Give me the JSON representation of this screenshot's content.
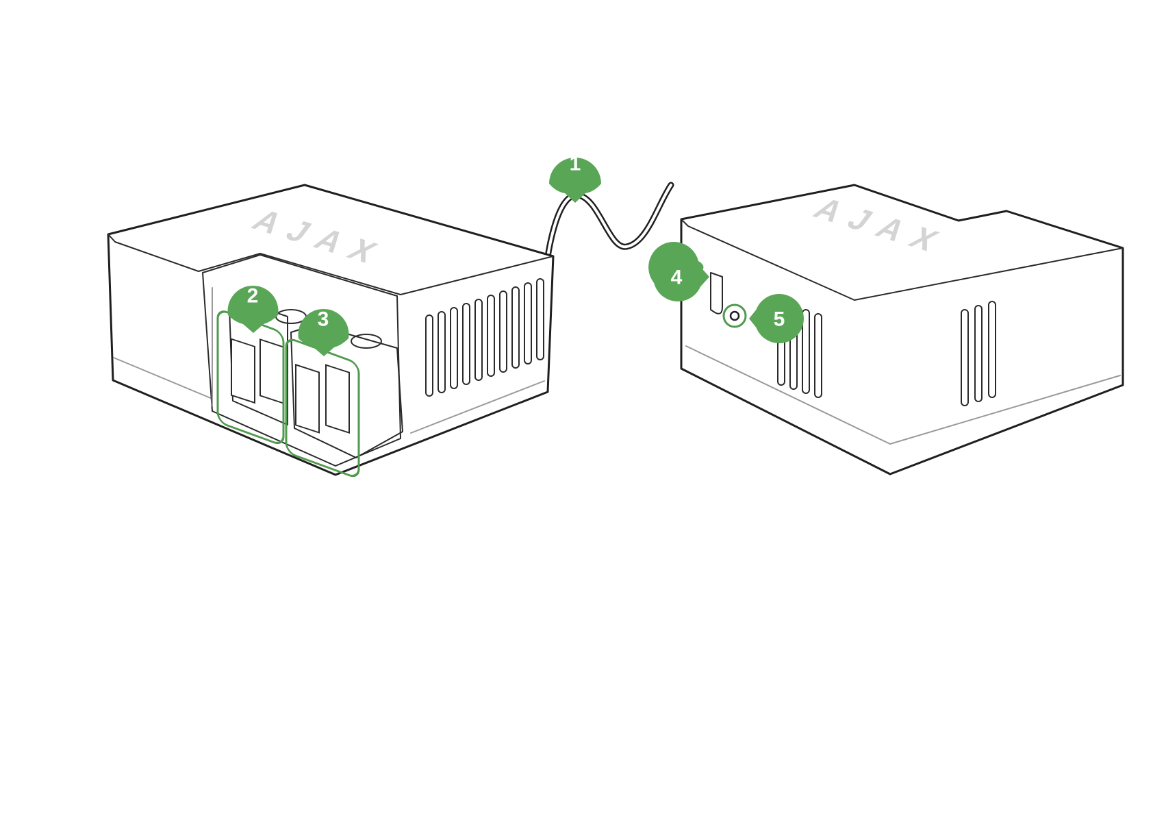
{
  "diagram": {
    "brand_logo": "AJAX",
    "colors": {
      "callout": "#5aa657",
      "highlight": "#4f9a4c",
      "outline": "#1f1f1f",
      "logo": "#d4d4d4"
    },
    "callouts": [
      {
        "id": "1",
        "label": "1",
        "points_to": "antenna"
      },
      {
        "id": "2",
        "label": "2",
        "points_to": "terminal-block-left"
      },
      {
        "id": "3",
        "label": "3",
        "points_to": "terminal-block-right"
      },
      {
        "id": "4",
        "label": "4",
        "points_to": "led-indicator"
      },
      {
        "id": "5",
        "label": "5",
        "points_to": "button"
      }
    ]
  }
}
